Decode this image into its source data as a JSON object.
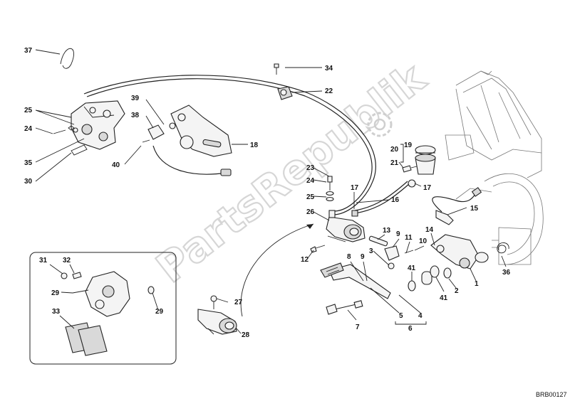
{
  "watermark": "PartsRepublik",
  "diagram_code": "BRB00127",
  "callouts": {
    "c37": "37",
    "c34": "34",
    "c22": "22",
    "c25a": "25",
    "c24a": "24",
    "c35": "35",
    "c30": "30",
    "c39": "39",
    "c38": "38",
    "c40": "40",
    "c18": "18",
    "c23": "23",
    "c24b": "24",
    "c25b": "25",
    "c26": "26",
    "c17a": "17",
    "c16": "16",
    "c20": "20",
    "c19": "19",
    "c21": "21",
    "c17b": "17",
    "c15": "15",
    "c13": "13",
    "c9": "9",
    "c11": "11",
    "c10": "10",
    "c14": "14",
    "c3": "3",
    "c12": "12",
    "c8": "8",
    "c41a": "41",
    "c41b": "41",
    "c2": "2",
    "c1": "1",
    "c36": "36",
    "c5": "5",
    "c4": "4",
    "c6": "6",
    "c7": "7",
    "c27": "27",
    "c28": "28",
    "c31": "31",
    "c32": "32",
    "c29a": "29",
    "c29b": "29",
    "c33": "33"
  }
}
